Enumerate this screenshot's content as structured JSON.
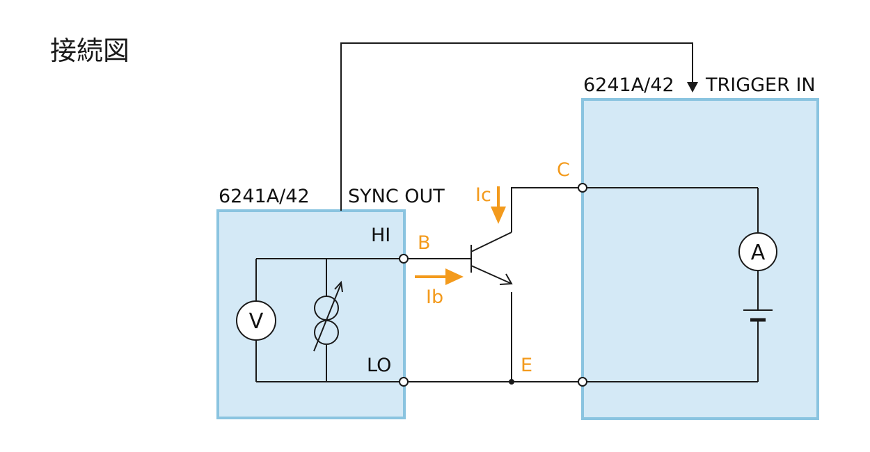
{
  "title": "接続図",
  "instruments": {
    "left_model": "6241A/42",
    "left_port": "SYNC OUT",
    "right_model": "6241A/42",
    "right_port": "TRIGGER IN",
    "hi_label": "HI",
    "lo_label": "LO"
  },
  "transistor": {
    "base_label": "B",
    "collector_label": "C",
    "emitter_label": "E",
    "base_current_label": "Ib",
    "collector_current_label": "Ic"
  },
  "meters": {
    "voltmeter_symbol": "V",
    "ammeter_symbol": "A"
  },
  "colors": {
    "panel_fill": "#d4e9f6",
    "panel_border": "#8ac4e0",
    "accent_orange": "#f39a1c",
    "wire": "#1a1a1a"
  }
}
